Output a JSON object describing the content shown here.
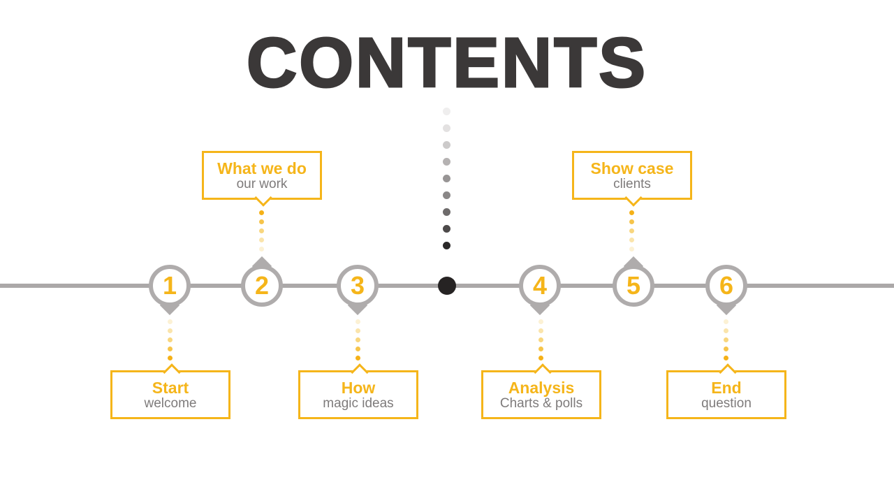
{
  "title": "CONTENTS",
  "theme": {
    "accent_yellow": "#f5b51a",
    "ring_gray": "#afacac",
    "line_gray": "#aba8a8",
    "title_color": "#3b3838",
    "subtitle_gray": "#7e7b7b",
    "center_dot_color": "#262323"
  },
  "timeline": {
    "nodes": [
      {
        "number": "1",
        "label": "Start",
        "sublabel": "welcome",
        "callout_position": "below"
      },
      {
        "number": "2",
        "label": "What we do",
        "sublabel": "our work",
        "callout_position": "above"
      },
      {
        "number": "3",
        "label": "How",
        "sublabel": "magic ideas",
        "callout_position": "below"
      },
      {
        "number": "4",
        "label": "Analysis",
        "sublabel": "Charts & polls",
        "callout_position": "below"
      },
      {
        "number": "5",
        "label": "Show case",
        "sublabel": "clients",
        "callout_position": "above"
      },
      {
        "number": "6",
        "label": "End",
        "sublabel": "question",
        "callout_position": "below"
      }
    ]
  }
}
